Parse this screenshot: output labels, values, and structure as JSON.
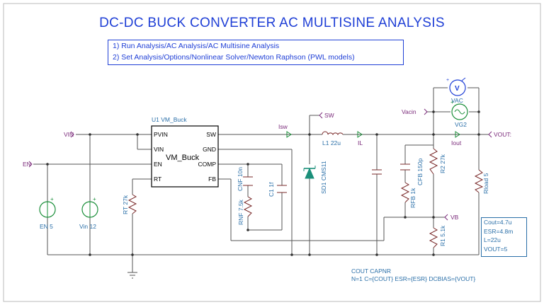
{
  "title": "DC-DC BUCK CONVERTER AC MULTISINE ANALYSIS",
  "instructions": [
    "1) Run Analysis/AC Analysis/AC Multisine Analysis",
    "2) Set Analysis/Options/Nonlinear Solver/Newton Raphson (PWL models)"
  ],
  "component": {
    "ref": "U1 VM_Buck",
    "body_label": "VM_Buck",
    "pins_left": [
      "PVIN",
      "VIN",
      "EN",
      "RT"
    ],
    "pins_right": [
      "SW",
      "GND",
      "COMP",
      "FB"
    ]
  },
  "ports": {
    "vin": "VIN",
    "en": "EN",
    "sw": "SW",
    "vacin": "Vacin",
    "vout": "VOUT:",
    "vb": "VB"
  },
  "probes": {
    "isw": "Isw",
    "il": "IL",
    "iout": "Iout"
  },
  "parts": {
    "en5": "EN 5",
    "vin12": "Vin 12",
    "rt": "RT 27k",
    "cnf": "CNF 10n",
    "rnf": "RNF 7.5k",
    "c1": "C1 1f",
    "sd1": "SD1 CMS11",
    "l1": "L1 22u",
    "rfb": "RFB 1k",
    "cfb": "CFB 150p",
    "r2": "R2 27k",
    "r1": "R1 5.1k",
    "rload": "Rload 5",
    "vac": "VAC",
    "vg2": "VG2",
    "vac_meter": "V"
  },
  "params_box": [
    "Cout=4.7u",
    "ESR=4.8m",
    "L=22u",
    "VOUT=5"
  ],
  "cout_note": [
    "COUT CAPNR",
    "N=1 C={COUT} ESR={ESR} DCBIAS={VOUT}"
  ],
  "colors": {
    "title": "#1f3fd6",
    "wire": "#555555",
    "label": "#2a6fa8",
    "port": "#7a2a7a",
    "diode": "#1b8f7a",
    "source": "#1b8f3a"
  }
}
